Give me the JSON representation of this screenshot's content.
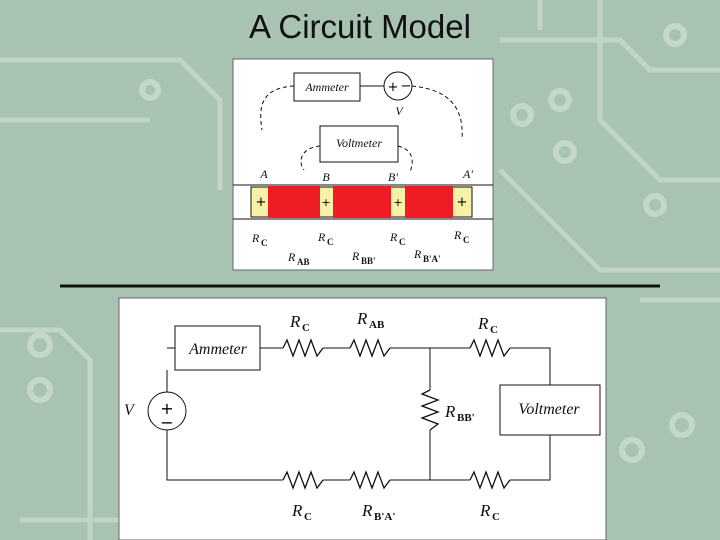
{
  "slide": {
    "title": "A Circuit Model"
  },
  "colors": {
    "background": "#a8c3b1",
    "trace": "#c7dccd",
    "sample_red": "#ee1c24",
    "contact_yellow": "#f6f1a6",
    "wire": "#111111"
  },
  "top": {
    "ammeter": "Ammeter",
    "voltmeter": "Voltmeter",
    "source_plus": "+",
    "source_minus": "−",
    "source_label": "V",
    "node_A": "A",
    "node_B": "B",
    "node_Bp": "B'",
    "node_Ap": "A'",
    "contact_plus": "+",
    "rc": "R",
    "rc_sub": "C",
    "r": "R",
    "rab_sub": "AB",
    "rbb_sub": "BB'",
    "rba_sub": "B'A'"
  },
  "bottom": {
    "ammeter": "Ammeter",
    "voltmeter": "Voltmeter",
    "source_label": "V",
    "source_plus": "+",
    "source_minus": "−",
    "rc": "R",
    "rc_sub": "C",
    "r": "R",
    "rab_sub": "AB",
    "rbb_sub": "BB'",
    "rba_sub": "B'A'"
  }
}
